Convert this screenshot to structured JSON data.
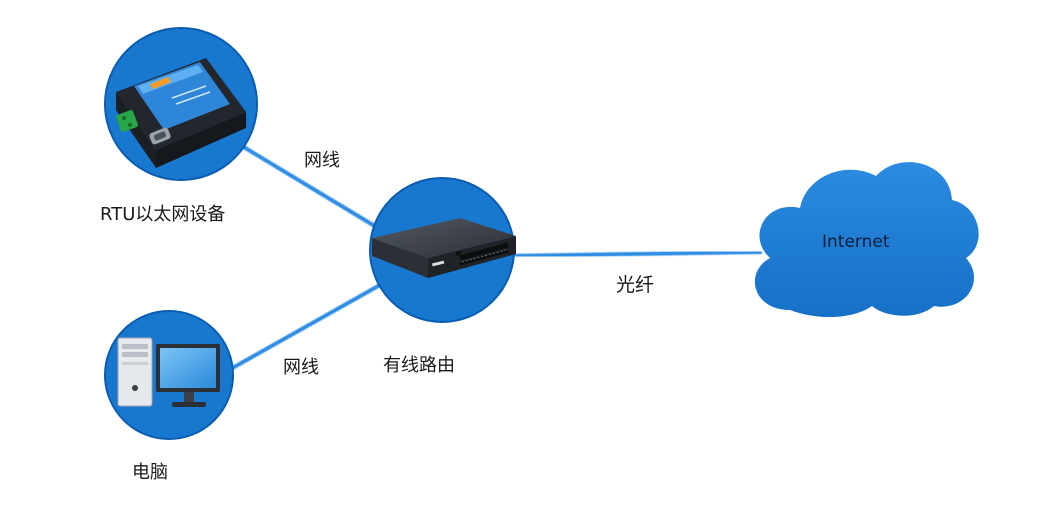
{
  "nodes": {
    "rtu": {
      "label": "RTU以太网设备"
    },
    "pc": {
      "label": "电脑"
    },
    "router": {
      "label": "有线路由"
    },
    "internet": {
      "label": "Internet"
    }
  },
  "links": {
    "rtu_router": {
      "label": "网线"
    },
    "pc_router": {
      "label": "网线"
    },
    "router_internet": {
      "label": "光纤"
    }
  },
  "colors": {
    "circle_blue": "#1878d0",
    "circle_border": "#0a5cb0",
    "link_blue": "#2f8ce3",
    "cloud_blue": "#1f7fd6",
    "device_panel_blue": "#2e86d8",
    "device_body_dark": "#2b2f36",
    "terminal_green": "#27a548"
  }
}
